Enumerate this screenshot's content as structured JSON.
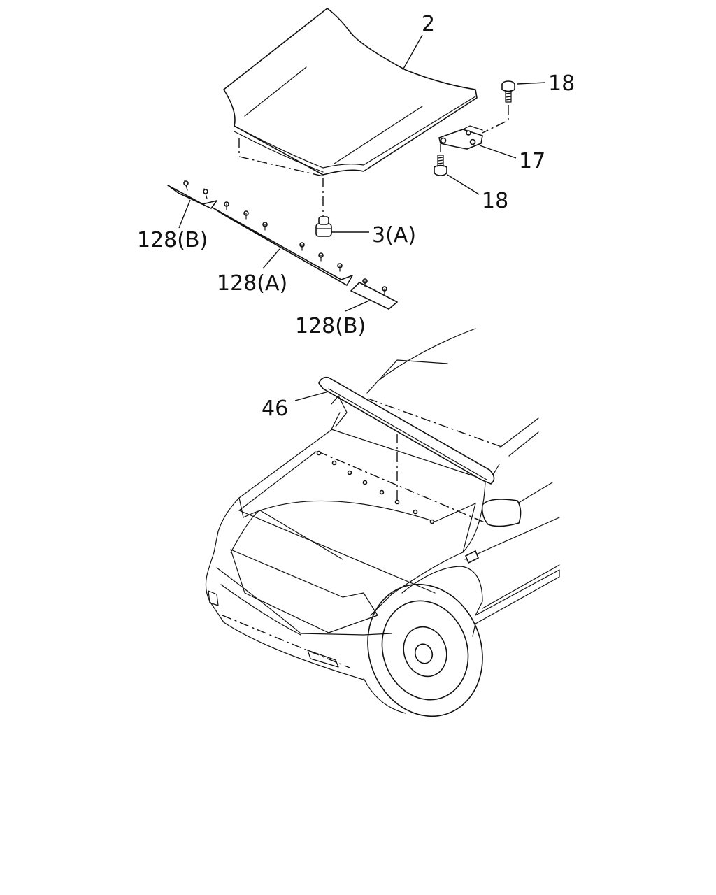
{
  "callouts": {
    "hood": "2",
    "bolt_upper": "18",
    "hinge": "17",
    "bolt_lower": "18",
    "bumper_stop": "3(A)",
    "seal_left": "128(B)",
    "seal_center": "128(A)",
    "seal_right": "128(B)",
    "cowl_seal": "46"
  },
  "colors": {
    "line": "#111111",
    "background": "#ffffff"
  }
}
